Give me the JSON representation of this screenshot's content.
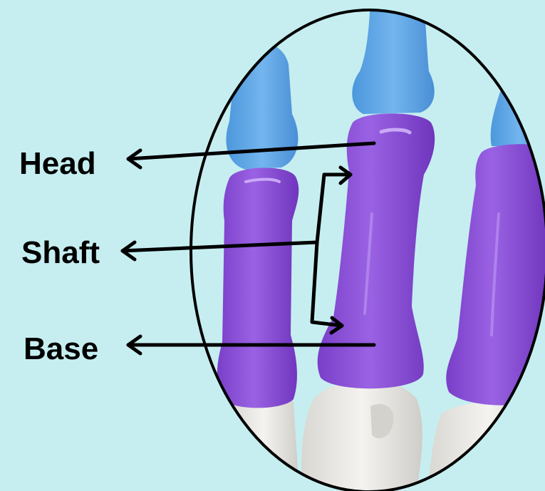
{
  "labels": {
    "head": "Head",
    "shaft": "Shaft",
    "base": "Base"
  },
  "colors": {
    "background": "#c6eef0",
    "distal_bone": "#5aa6e6",
    "phalanx": "#8a4fd9",
    "phalanx_highlight": "#b892f0",
    "metacarpal": "#e9e7e2",
    "outline": "#000000"
  }
}
